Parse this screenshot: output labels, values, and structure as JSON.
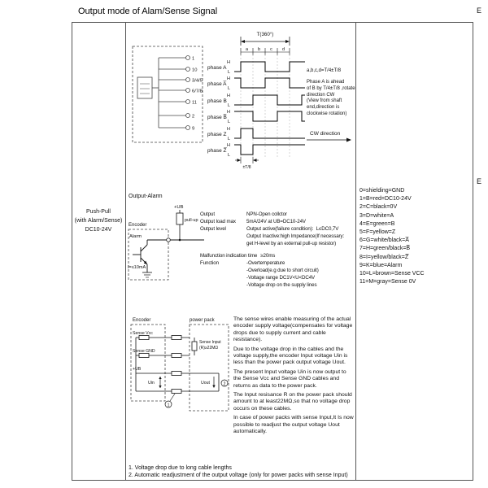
{
  "page": {
    "title": "Output mode of Alam/Sense Signal",
    "edge_marks": [
      "E",
      "E"
    ]
  },
  "left_panel": {
    "lines": [
      "Push-Pull",
      "(with Alarm/Sense)",
      "DC10-24V"
    ]
  },
  "timing": {
    "period_label": "T(360°)",
    "ticks": [
      "a",
      "b",
      "c",
      "d"
    ],
    "level_high": "H",
    "level_low": "L",
    "phases": [
      "phase A",
      "phase A̅",
      "phase B",
      "phase B̅",
      "phase Z",
      "phase Z̅"
    ],
    "pins": [
      "1",
      "10",
      "3/4/5",
      "6/7/8",
      "11",
      "2",
      "9"
    ],
    "z_tolerance": "±T/8",
    "notes": {
      "formula": "a,b,c,d=T/4±T/8",
      "lines": [
        "Phase A is ahead",
        "of B by T/4±T/8 ,rotate",
        "direction CW",
        "(View from shaft",
        "end,direction is",
        "clockwise rotation)"
      ],
      "cw_label": "CW direction"
    }
  },
  "alarm": {
    "section_label": "Output-Alarm",
    "encoder_label": "Encoder",
    "supply_label": "+UB",
    "pullup_label": "pull-up",
    "signal_label": "Alarm",
    "current_label": "I=≤10mA",
    "specs": [
      {
        "label": "Output",
        "value": "NPN-Open collctor"
      },
      {
        "label": "Output load max",
        "value": "5mA/24V at UB=DC10-24V"
      },
      {
        "label": "Output level",
        "value": "Output active(failure condition):  L≤DC0,7V"
      },
      {
        "label": "",
        "value": "Output Inactive:high Impedance(If necessary:"
      },
      {
        "label": "",
        "value": "get H-level by an external pull-up resistor)"
      },
      {
        "label": "Malfunction indication time",
        "value": "≥20ms"
      },
      {
        "label": "Function",
        "value": "-Overtemperature"
      },
      {
        "label": "",
        "value": "-Overload(e.g due to short circuit)"
      },
      {
        "label": "",
        "value": "-Voltage range DC1V<U<DC4V"
      },
      {
        "label": "",
        "value": "-Voltage drop on the supply lines"
      }
    ]
  },
  "sense": {
    "encoder_label": "Encoder",
    "powerpack_label": "power pack",
    "labels": {
      "sense_vcc": "Sense Vcc",
      "sense_gnd": "Sense GND",
      "supply": "+UB",
      "uin": "Uin",
      "uout": "Uout",
      "input_r_line1": "Sense Input",
      "input_r_line2": "(R)≥22MΩ",
      "callout1": "1",
      "callout2": "2"
    },
    "paragraphs": [
      "The sense wires enable measuring of the actual encoder supply voltage(compensates for voltage drops due to supply current and cable resistance).",
      "Due to the voltage drop in the cables and the voltage supply,the encoder Input voltage Uin is less than the power pack output voltage Uout.",
      "The present Input voltage Uin is now output to the Sense Vcc and Sense GND cables and returns as data to the power pack.",
      "The Input resisance R on the power pack should amount to at least22MΩ,so that no voltage drop occurs on these cables.",
      "In case of power packs with sense Input,It Is now possible to readjust the output voltage Uout automatically."
    ]
  },
  "footnotes": [
    "1. Voltage drop due to long cable lengths",
    "2. Automatic readjustment of the output voltage (only for power packs with sense Input)"
  ],
  "legend": [
    "0=shielding=GND",
    "1=B=red=DC10-24V",
    "2=C=black=0V",
    "3=D=white=A",
    "4=E=green=B",
    "5=F=yellow=Z",
    "6=G=white/black=A̅",
    "7=H=green/black=B̅",
    "8=I=yellow/black=Z̅",
    "9=K=blue=Alarm",
    "10=L=brown=Sense VCC",
    "11=M=gray=Sense 0V"
  ]
}
